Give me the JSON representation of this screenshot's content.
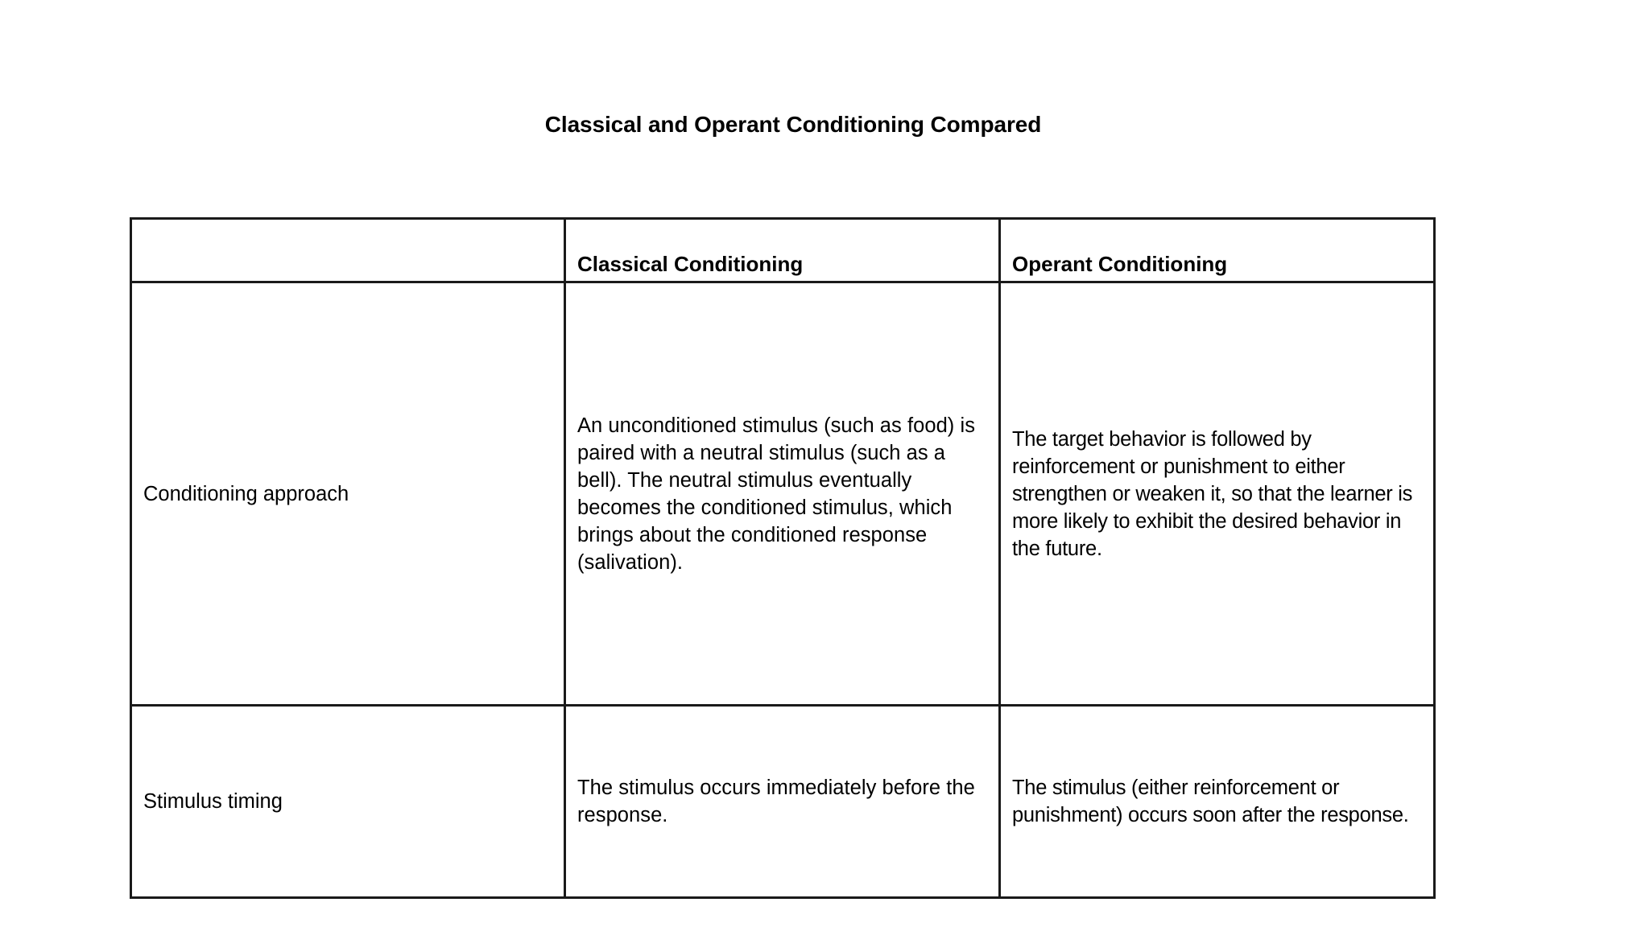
{
  "document": {
    "title": "Classical and Operant Conditioning Compared",
    "background_color": "#ffffff",
    "text_color": "#000000",
    "border_color": "#1a1a1a"
  },
  "table": {
    "caption": "Classical and Operant Conditioning Compared",
    "columns": [
      {
        "key": "dimension",
        "header": ""
      },
      {
        "key": "classical",
        "header": "Classical Conditioning"
      },
      {
        "key": "operant",
        "header": "Operant Conditioning"
      }
    ],
    "rows": [
      {
        "dimension": "Conditioning approach",
        "classical": "An unconditioned stimulus (such as food) is paired with a neutral stimulus (such as a bell). The neutral stimulus eventually becomes the conditioned stimulus, which brings about the conditioned response (salivation).",
        "operant": "The target behavior is followed by reinforcement or punishment to either strengthen or weaken it, so that the learner is more likely to exhibit the desired behavior in the future."
      },
      {
        "dimension": "Stimulus timing",
        "classical": "The stimulus occurs immediately before the response.",
        "operant": "The stimulus (either reinforcement or punishment) occurs soon after the response."
      }
    ]
  }
}
